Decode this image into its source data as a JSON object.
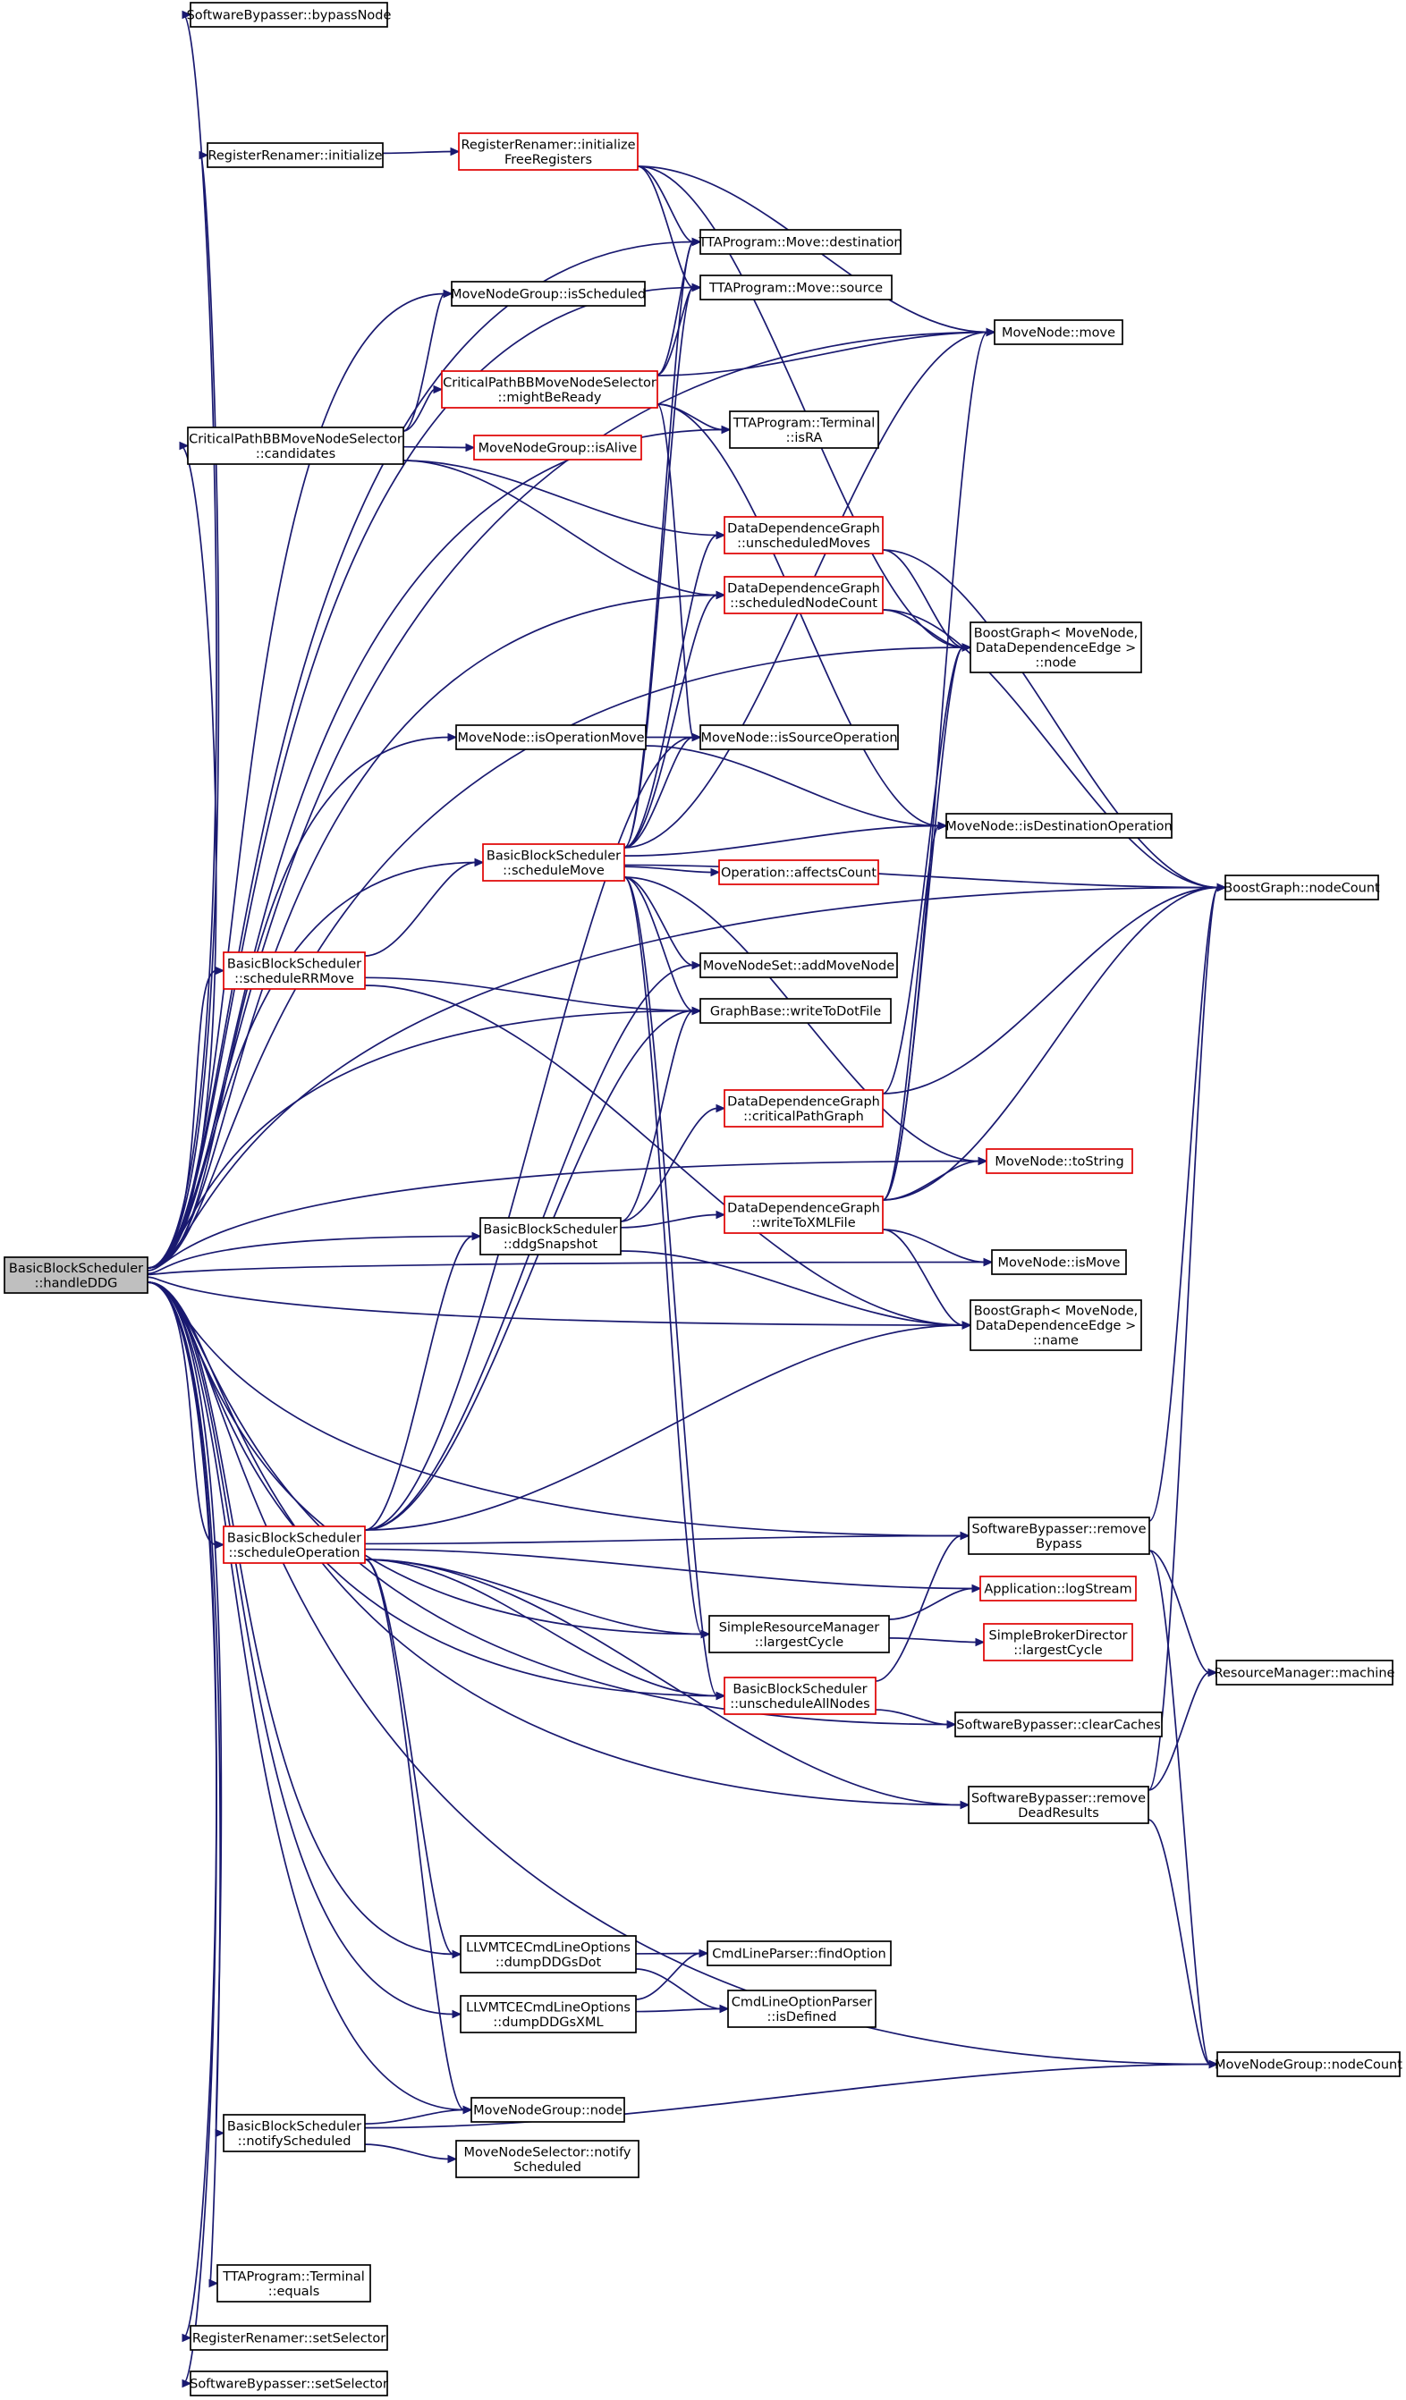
{
  "root": [
    "BasicBlockScheduler",
    "::handleDDG"
  ],
  "nodes": {
    "bypassNode": {
      "lines": [
        "SoftwareBypasser::bypassNode"
      ],
      "color": "black"
    },
    "rrInitialize": {
      "lines": [
        "RegisterRenamer::initialize"
      ],
      "color": "black"
    },
    "rrInitFree": {
      "lines": [
        "RegisterRenamer::initialize",
        "FreeRegisters"
      ],
      "color": "red"
    },
    "moveDestination": {
      "lines": [
        "TTAProgram::Move::destination"
      ],
      "color": "black"
    },
    "moveSource": {
      "lines": [
        "TTAProgram::Move::source"
      ],
      "color": "black"
    },
    "mngIsScheduled": {
      "lines": [
        "MoveNodeGroup::isScheduled"
      ],
      "color": "black"
    },
    "cpMightBeReady": {
      "lines": [
        "CriticalPathBBMoveNodeSelector",
        "::mightBeReady"
      ],
      "color": "red"
    },
    "moveNodeMove": {
      "lines": [
        "MoveNode::move"
      ],
      "color": "black"
    },
    "cpCandidates": {
      "lines": [
        "CriticalPathBBMoveNodeSelector",
        "::candidates"
      ],
      "color": "black"
    },
    "mngIsAlive": {
      "lines": [
        "MoveNodeGroup::isAlive"
      ],
      "color": "red"
    },
    "termIsRA": {
      "lines": [
        "TTAProgram::Terminal",
        "::isRA"
      ],
      "color": "black"
    },
    "ddgUnscheduledMoves": {
      "lines": [
        "DataDependenceGraph",
        "::unscheduledMoves"
      ],
      "color": "red"
    },
    "ddgScheduledNodeCount": {
      "lines": [
        "DataDependenceGraph",
        "::scheduledNodeCount"
      ],
      "color": "red"
    },
    "bgNode": {
      "lines": [
        "BoostGraph< MoveNode,",
        "DataDependenceEdge >",
        "::node"
      ],
      "color": "black"
    },
    "mnIsOperationMove": {
      "lines": [
        "MoveNode::isOperationMove"
      ],
      "color": "black"
    },
    "mnIsSourceOperation": {
      "lines": [
        "MoveNode::isSourceOperation"
      ],
      "color": "black"
    },
    "mnIsDestinationOperation": {
      "lines": [
        "MoveNode::isDestinationOperation"
      ],
      "color": "black"
    },
    "bbsScheduleMove": {
      "lines": [
        "BasicBlockScheduler",
        "::scheduleMove"
      ],
      "color": "red"
    },
    "opAffectsCount": {
      "lines": [
        "Operation::affectsCount"
      ],
      "color": "red"
    },
    "bgNodeCount": {
      "lines": [
        "BoostGraph::nodeCount"
      ],
      "color": "black"
    },
    "bbsScheduleRRMove": {
      "lines": [
        "BasicBlockScheduler",
        "::scheduleRRMove"
      ],
      "color": "red"
    },
    "mnsAddMoveNode": {
      "lines": [
        "MoveNodeSet::addMoveNode"
      ],
      "color": "black"
    },
    "gbWriteToDotFile": {
      "lines": [
        "GraphBase::writeToDotFile"
      ],
      "color": "black"
    },
    "ddgCriticalPathGraph": {
      "lines": [
        "DataDependenceGraph",
        "::criticalPathGraph"
      ],
      "color": "red"
    },
    "mnToString": {
      "lines": [
        "MoveNode::toString"
      ],
      "color": "red"
    },
    "bbsDdgSnapshot": {
      "lines": [
        "BasicBlockScheduler",
        "::ddgSnapshot"
      ],
      "color": "black"
    },
    "ddgWriteToXMLFile": {
      "lines": [
        "DataDependenceGraph",
        "::writeToXMLFile"
      ],
      "color": "red"
    },
    "mnIsMove": {
      "lines": [
        "MoveNode::isMove"
      ],
      "color": "black"
    },
    "bgName": {
      "lines": [
        "BoostGraph< MoveNode,",
        "DataDependenceEdge >",
        "::name"
      ],
      "color": "black"
    },
    "bbsScheduleOperation": {
      "lines": [
        "BasicBlockScheduler",
        "::scheduleOperation"
      ],
      "color": "red"
    },
    "sbRemoveBypass": {
      "lines": [
        "SoftwareBypasser::remove",
        "Bypass"
      ],
      "color": "black"
    },
    "appLogStream": {
      "lines": [
        "Application::logStream"
      ],
      "color": "red"
    },
    "srmLargestCycle": {
      "lines": [
        "SimpleResourceManager",
        "::largestCycle"
      ],
      "color": "black"
    },
    "sbdLargestCycle": {
      "lines": [
        "SimpleBrokerDirector",
        "::largestCycle"
      ],
      "color": "red"
    },
    "rmMachine": {
      "lines": [
        "ResourceManager::machine"
      ],
      "color": "black"
    },
    "bbsUnscheduleAllNodes": {
      "lines": [
        "BasicBlockScheduler",
        "::unscheduleAllNodes"
      ],
      "color": "red"
    },
    "sbClearCaches": {
      "lines": [
        "SoftwareBypasser::clearCaches"
      ],
      "color": "black"
    },
    "sbRemoveDeadResults": {
      "lines": [
        "SoftwareBypasser::remove",
        "DeadResults"
      ],
      "color": "black"
    },
    "llvmDumpDot": {
      "lines": [
        "LLVMTCECmdLineOptions",
        "::dumpDDGsDot"
      ],
      "color": "black"
    },
    "clpFindOption": {
      "lines": [
        "CmdLineParser::findOption"
      ],
      "color": "black"
    },
    "llvmDumpXML": {
      "lines": [
        "LLVMTCECmdLineOptions",
        "::dumpDDGsXML"
      ],
      "color": "black"
    },
    "clopIsDefined": {
      "lines": [
        "CmdLineOptionParser",
        "::isDefined"
      ],
      "color": "black"
    },
    "mngNodeCount": {
      "lines": [
        "MoveNodeGroup::nodeCount"
      ],
      "color": "black"
    },
    "mngNode": {
      "lines": [
        "MoveNodeGroup::node"
      ],
      "color": "black"
    },
    "bbsNotifyScheduled": {
      "lines": [
        "BasicBlockScheduler",
        "::notifyScheduled"
      ],
      "color": "black"
    },
    "mnsNotifyScheduled": {
      "lines": [
        "MoveNodeSelector::notify",
        "Scheduled"
      ],
      "color": "black"
    },
    "termEquals": {
      "lines": [
        "TTAProgram::Terminal",
        "::equals"
      ],
      "color": "black"
    },
    "rrSetSelector": {
      "lines": [
        "RegisterRenamer::setSelector"
      ],
      "color": "black"
    },
    "sbSetSelector": {
      "lines": [
        "SoftwareBypasser::setSelector"
      ],
      "color": "black"
    }
  },
  "edges": [
    [
      "root",
      "bypassNode"
    ],
    [
      "root",
      "rrInitialize"
    ],
    [
      "root",
      "moveDestination"
    ],
    [
      "root",
      "moveSource"
    ],
    [
      "root",
      "mngIsScheduled"
    ],
    [
      "root",
      "moveNodeMove"
    ],
    [
      "root",
      "cpCandidates"
    ],
    [
      "root",
      "termIsRA"
    ],
    [
      "root",
      "ddgScheduledNodeCount"
    ],
    [
      "root",
      "bgNode"
    ],
    [
      "root",
      "mnIsOperationMove"
    ],
    [
      "root",
      "bbsScheduleMove"
    ],
    [
      "root",
      "bgNodeCount"
    ],
    [
      "root",
      "bbsScheduleRRMove"
    ],
    [
      "root",
      "gbWriteToDotFile"
    ],
    [
      "root",
      "mnToString"
    ],
    [
      "root",
      "bbsDdgSnapshot"
    ],
    [
      "root",
      "mnIsMove"
    ],
    [
      "root",
      "bgName"
    ],
    [
      "root",
      "bbsScheduleOperation"
    ],
    [
      "root",
      "sbRemoveBypass"
    ],
    [
      "root",
      "srmLargestCycle"
    ],
    [
      "root",
      "bbsUnscheduleAllNodes"
    ],
    [
      "root",
      "sbClearCaches"
    ],
    [
      "root",
      "sbRemoveDeadResults"
    ],
    [
      "root",
      "llvmDumpDot"
    ],
    [
      "root",
      "llvmDumpXML"
    ],
    [
      "root",
      "mngNodeCount"
    ],
    [
      "root",
      "mngNode"
    ],
    [
      "root",
      "bbsNotifyScheduled"
    ],
    [
      "root",
      "termEquals"
    ],
    [
      "root",
      "rrSetSelector"
    ],
    [
      "root",
      "sbSetSelector"
    ],
    [
      "rrInitialize",
      "rrInitFree"
    ],
    [
      "rrInitFree",
      "moveDestination"
    ],
    [
      "rrInitFree",
      "moveSource"
    ],
    [
      "rrInitFree",
      "moveNodeMove"
    ],
    [
      "rrInitFree",
      "bgNode"
    ],
    [
      "cpCandidates",
      "mngIsScheduled"
    ],
    [
      "cpCandidates",
      "cpMightBeReady"
    ],
    [
      "cpCandidates",
      "mngIsAlive"
    ],
    [
      "cpCandidates",
      "ddgUnscheduledMoves"
    ],
    [
      "cpCandidates",
      "ddgScheduledNodeCount"
    ],
    [
      "cpMightBeReady",
      "moveDestination"
    ],
    [
      "cpMightBeReady",
      "moveSource"
    ],
    [
      "cpMightBeReady",
      "moveNodeMove"
    ],
    [
      "cpMightBeReady",
      "termIsRA"
    ],
    [
      "cpMightBeReady",
      "mnIsSourceOperation"
    ],
    [
      "cpMightBeReady",
      "mnIsDestinationOperation"
    ],
    [
      "ddgUnscheduledMoves",
      "bgNode"
    ],
    [
      "ddgUnscheduledMoves",
      "bgNodeCount"
    ],
    [
      "ddgScheduledNodeCount",
      "bgNode"
    ],
    [
      "ddgScheduledNodeCount",
      "bgNodeCount"
    ],
    [
      "mnIsOperationMove",
      "mnIsSourceOperation"
    ],
    [
      "mnIsOperationMove",
      "mnIsDestinationOperation"
    ],
    [
      "bbsScheduleMove",
      "moveDestination"
    ],
    [
      "bbsScheduleMove",
      "moveSource"
    ],
    [
      "bbsScheduleMove",
      "moveNodeMove"
    ],
    [
      "bbsScheduleMove",
      "ddgUnscheduledMoves"
    ],
    [
      "bbsScheduleMove",
      "ddgScheduledNodeCount"
    ],
    [
      "bbsScheduleMove",
      "mnIsSourceOperation"
    ],
    [
      "bbsScheduleMove",
      "mnIsDestinationOperation"
    ],
    [
      "bbsScheduleMove",
      "opAffectsCount"
    ],
    [
      "bbsScheduleMove",
      "bgNodeCount"
    ],
    [
      "bbsScheduleMove",
      "mnsAddMoveNode"
    ],
    [
      "bbsScheduleMove",
      "gbWriteToDotFile"
    ],
    [
      "bbsScheduleMove",
      "mnToString"
    ],
    [
      "bbsScheduleMove",
      "srmLargestCycle"
    ],
    [
      "bbsScheduleMove",
      "bbsUnscheduleAllNodes"
    ],
    [
      "bbsScheduleRRMove",
      "bbsScheduleMove"
    ],
    [
      "bbsScheduleRRMove",
      "gbWriteToDotFile"
    ],
    [
      "bbsScheduleRRMove",
      "bgName"
    ],
    [
      "ddgCriticalPathGraph",
      "bgNode"
    ],
    [
      "ddgCriticalPathGraph",
      "bgNodeCount"
    ],
    [
      "bbsDdgSnapshot",
      "gbWriteToDotFile"
    ],
    [
      "bbsDdgSnapshot",
      "ddgCriticalPathGraph"
    ],
    [
      "bbsDdgSnapshot",
      "ddgWriteToXMLFile"
    ],
    [
      "bbsDdgSnapshot",
      "bgName"
    ],
    [
      "ddgWriteToXMLFile",
      "bgNode"
    ],
    [
      "ddgWriteToXMLFile",
      "moveNodeMove"
    ],
    [
      "ddgWriteToXMLFile",
      "mnIsDestinationOperation"
    ],
    [
      "ddgWriteToXMLFile",
      "mnToString"
    ],
    [
      "ddgWriteToXMLFile",
      "mnIsMove"
    ],
    [
      "ddgWriteToXMLFile",
      "bgName"
    ],
    [
      "ddgWriteToXMLFile",
      "bgNodeCount"
    ],
    [
      "bbsScheduleOperation",
      "mnIsSourceOperation"
    ],
    [
      "bbsScheduleOperation",
      "mnsAddMoveNode"
    ],
    [
      "bbsScheduleOperation",
      "gbWriteToDotFile"
    ],
    [
      "bbsScheduleOperation",
      "bbsDdgSnapshot"
    ],
    [
      "bbsScheduleOperation",
      "bgName"
    ],
    [
      "bbsScheduleOperation",
      "sbRemoveBypass"
    ],
    [
      "bbsScheduleOperation",
      "appLogStream"
    ],
    [
      "bbsScheduleOperation",
      "srmLargestCycle"
    ],
    [
      "bbsScheduleOperation",
      "bbsUnscheduleAllNodes"
    ],
    [
      "bbsScheduleOperation",
      "sbRemoveDeadResults"
    ],
    [
      "bbsScheduleOperation",
      "llvmDumpDot"
    ],
    [
      "bbsScheduleOperation",
      "mngNode"
    ],
    [
      "sbRemoveBypass",
      "bgNodeCount"
    ],
    [
      "sbRemoveBypass",
      "rmMachine"
    ],
    [
      "sbRemoveBypass",
      "mngNodeCount"
    ],
    [
      "srmLargestCycle",
      "appLogStream"
    ],
    [
      "srmLargestCycle",
      "sbdLargestCycle"
    ],
    [
      "bbsUnscheduleAllNodes",
      "sbRemoveBypass"
    ],
    [
      "bbsUnscheduleAllNodes",
      "sbClearCaches"
    ],
    [
      "sbRemoveDeadResults",
      "rmMachine"
    ],
    [
      "sbRemoveDeadResults",
      "bgNodeCount"
    ],
    [
      "sbRemoveDeadResults",
      "mngNodeCount"
    ],
    [
      "llvmDumpDot",
      "clpFindOption"
    ],
    [
      "llvmDumpDot",
      "clopIsDefined"
    ],
    [
      "llvmDumpXML",
      "clpFindOption"
    ],
    [
      "llvmDumpXML",
      "clopIsDefined"
    ],
    [
      "bbsNotifyScheduled",
      "mngNode"
    ],
    [
      "bbsNotifyScheduled",
      "mnsNotifyScheduled"
    ],
    [
      "bbsNotifyScheduled",
      "mngNodeCount"
    ]
  ]
}
